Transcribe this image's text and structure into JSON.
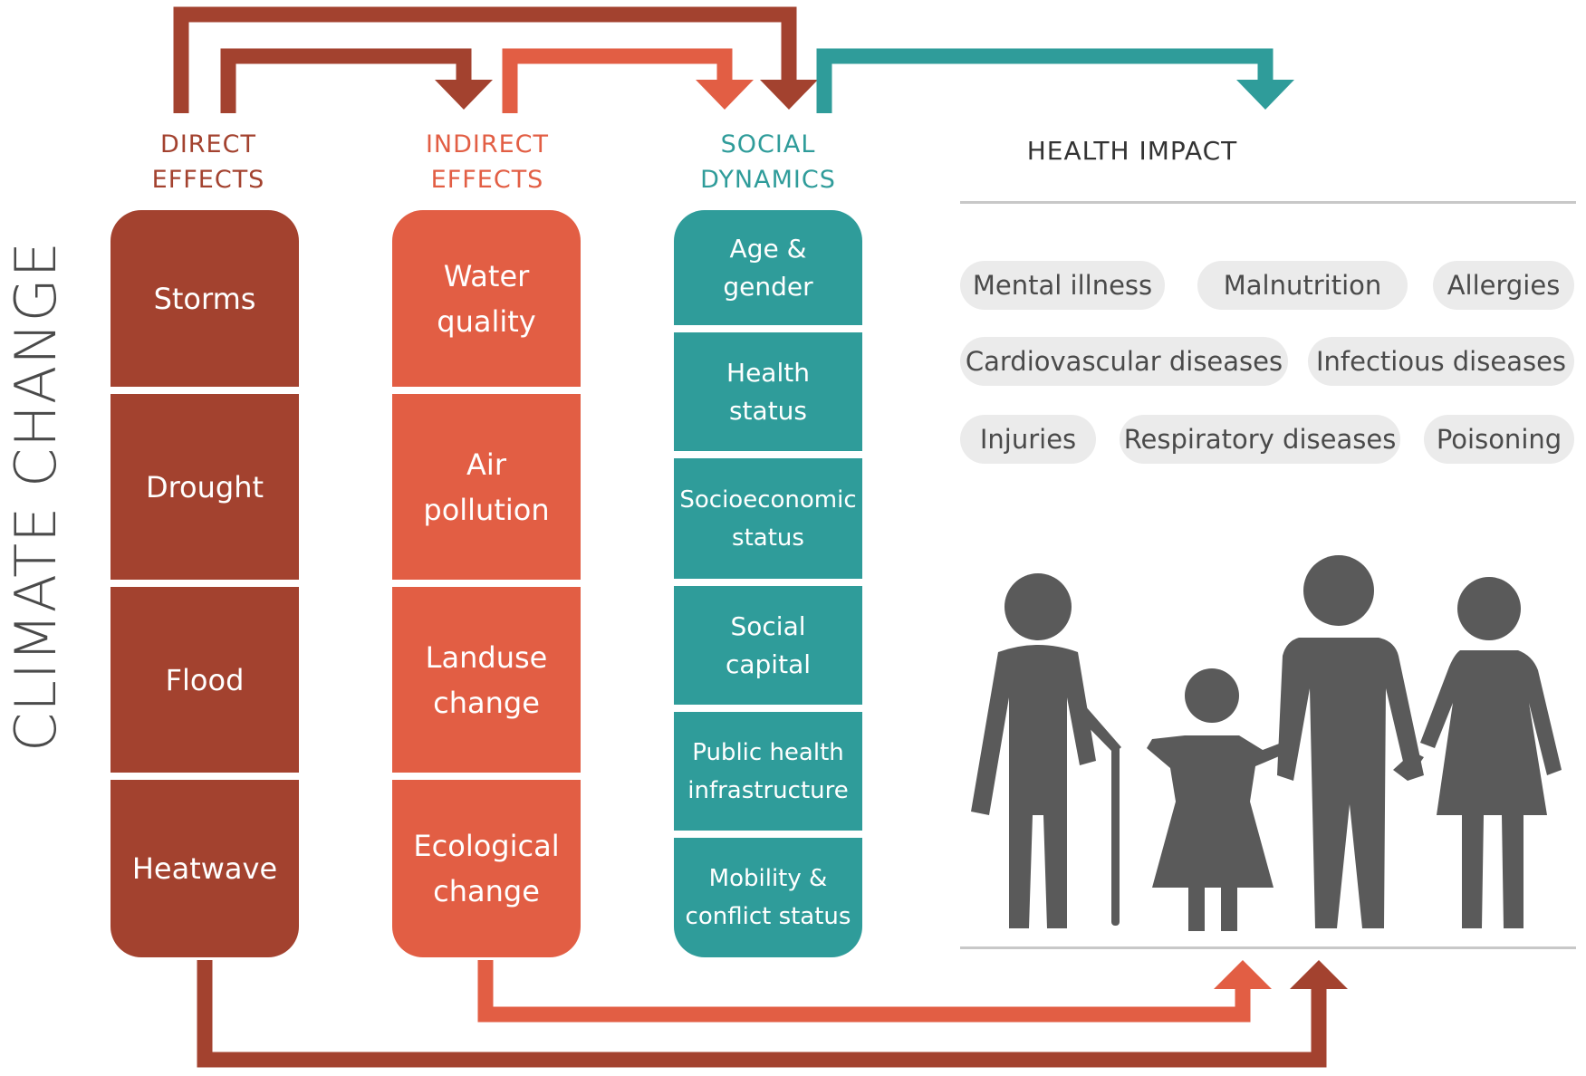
{
  "side_title": "CLIMATE CHANGE",
  "colors": {
    "direct": "#a3422f",
    "indirect": "#e25e44",
    "social": "#2f9c9a",
    "people": "#5a5a5a",
    "pill_bg": "#ebebeb",
    "rule": "#c8c8c8"
  },
  "columns": {
    "direct": {
      "heading": [
        "DIRECT",
        "EFFECTS"
      ],
      "items": [
        [
          "Storms"
        ],
        [
          "Drought"
        ],
        [
          "Flood"
        ],
        [
          "Heatwave"
        ]
      ]
    },
    "indirect": {
      "heading": [
        "INDIRECT",
        "EFFECTS"
      ],
      "items": [
        [
          "Water",
          "quality"
        ],
        [
          "Air",
          "pollution"
        ],
        [
          "Landuse",
          "change"
        ],
        [
          "Ecological",
          "change"
        ]
      ]
    },
    "social": {
      "heading": [
        "SOCIAL",
        "DYNAMICS"
      ],
      "items": [
        [
          "Age &",
          "gender"
        ],
        [
          "Health",
          "status"
        ],
        [
          "Socioeconomic",
          "status"
        ],
        [
          "Social",
          "capital"
        ],
        [
          "Public health",
          "infrastructure"
        ],
        [
          "Mobility &",
          "conflict status"
        ]
      ]
    }
  },
  "health_impact": {
    "title": "HEALTH IMPACT",
    "conditions": [
      "Mental illness",
      "Malnutrition",
      "Allergies",
      "Cardiovascular diseases",
      "Infectious diseases",
      "Injuries",
      "Respiratory diseases",
      "Poisoning"
    ],
    "illustration": "family-people-icon"
  }
}
